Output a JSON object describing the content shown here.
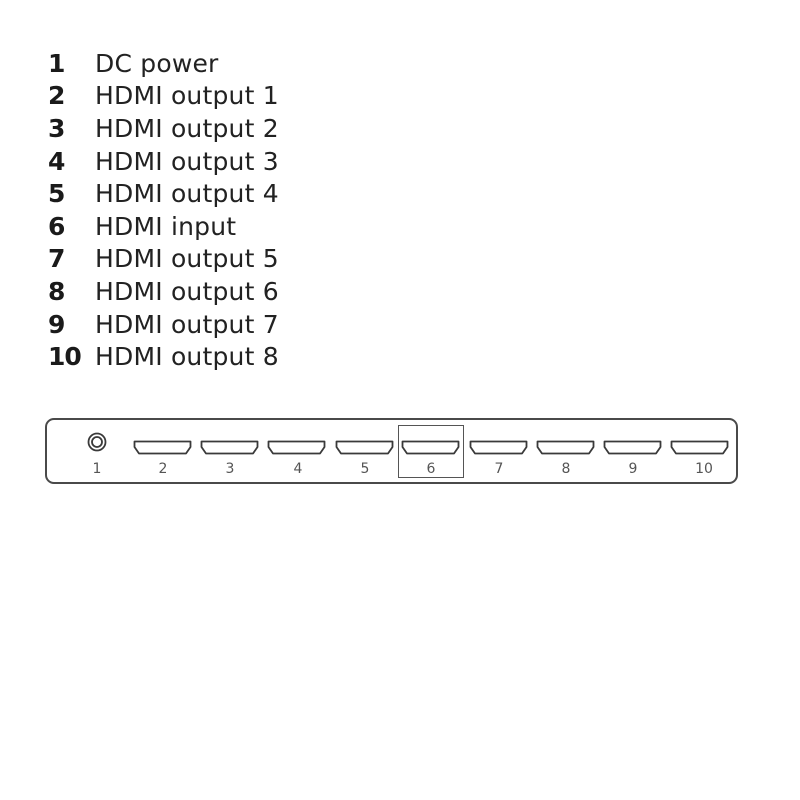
{
  "legend": {
    "items": [
      {
        "num": "1",
        "label": "DC power"
      },
      {
        "num": "2",
        "label": "HDMI output 1"
      },
      {
        "num": "3",
        "label": "HDMI output 2"
      },
      {
        "num": "4",
        "label": "HDMI output 3"
      },
      {
        "num": "5",
        "label": "HDMI output 4"
      },
      {
        "num": "6",
        "label": "HDMI input"
      },
      {
        "num": "7",
        "label": "HDMI output 5"
      },
      {
        "num": "8",
        "label": "HDMI output 6"
      },
      {
        "num": "9",
        "label": "HDMI output 7"
      },
      {
        "num": "10",
        "label": "HDMI output 8"
      }
    ]
  },
  "device": {
    "ports": [
      {
        "label": "1",
        "type": "dc-jack-icon"
      },
      {
        "label": "2",
        "type": "hdmi-port-icon"
      },
      {
        "label": "3",
        "type": "hdmi-port-icon"
      },
      {
        "label": "4",
        "type": "hdmi-port-icon"
      },
      {
        "label": "5",
        "type": "hdmi-port-icon"
      },
      {
        "label": "6",
        "type": "hdmi-port-icon",
        "highlighted": true
      },
      {
        "label": "7",
        "type": "hdmi-port-icon"
      },
      {
        "label": "8",
        "type": "hdmi-port-icon"
      },
      {
        "label": "9",
        "type": "hdmi-port-icon"
      },
      {
        "label": "10",
        "type": "hdmi-port-icon"
      }
    ]
  },
  "colors": {
    "text": "#1a1a1a",
    "outline": "#4a4a4a",
    "background": "#ffffff"
  }
}
